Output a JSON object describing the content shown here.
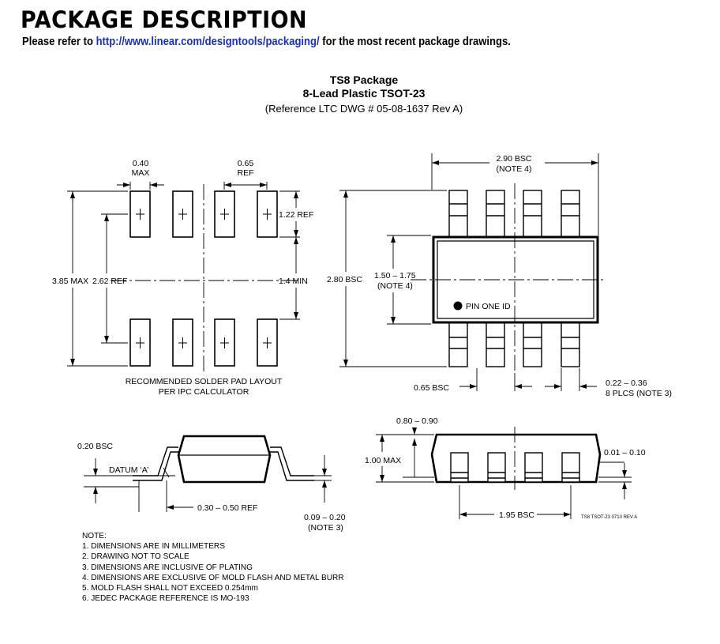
{
  "header": {
    "title": "PACKAGE DESCRIPTION",
    "intro_before": "Please refer to ",
    "intro_link": "http://www.linear.com/designtools/packaging/",
    "intro_after": " for the most recent package drawings."
  },
  "package": {
    "name": "TS8 Package",
    "description": "8-Lead Plastic TSOT-23",
    "reference": "(Reference LTC DWG # 05-08-1637 Rev A)"
  },
  "pad_layout": {
    "dim_040": "0.40",
    "dim_040_sub": "MAX",
    "dim_065": "0.65",
    "dim_065_sub": "REF",
    "dim_122": "1.22 REF",
    "dim_385": "3.85 MAX",
    "dim_262": "2.62 REF",
    "dim_14": "1.4 MIN",
    "caption_line1": "RECOMMENDED SOLDER PAD LAYOUT",
    "caption_line2": "PER IPC CALCULATOR"
  },
  "top_view": {
    "dim_290": "2.90 BSC",
    "dim_290_note": "(NOTE 4)",
    "dim_280": "2.80 BSC",
    "dim_150": "1.50 – 1.75",
    "dim_150_note": "(NOTE 4)",
    "pin_one": "PIN ONE ID",
    "dim_065bsc": "0.65 BSC",
    "dim_022": "0.22 – 0.36",
    "dim_022_note": "8 PLCS (NOTE 3)"
  },
  "side_view": {
    "dim_020": "0.20 BSC",
    "datum": "DATUM ‘A’",
    "dim_030": "0.30 – 0.50 REF",
    "dim_009": "0.09 – 0.20",
    "dim_009_note": "(NOTE 3)"
  },
  "end_view": {
    "dim_080": "0.80 – 0.90",
    "dim_100": "1.00 MAX",
    "dim_001": "0.01 – 0.10",
    "dim_195": "1.95 BSC",
    "drawing_id": "TS8 TSOT-23 0710 REV A"
  },
  "notes": {
    "heading": "NOTE:",
    "items": [
      "1. DIMENSIONS ARE IN MILLIMETERS",
      "2. DRAWING NOT TO SCALE",
      "3. DIMENSIONS ARE INCLUSIVE OF PLATING",
      "4. DIMENSIONS ARE EXCLUSIVE OF MOLD FLASH AND METAL BURR",
      "5. MOLD FLASH SHALL NOT EXCEED 0.254mm",
      "6. JEDEC PACKAGE REFERENCE IS MO-193"
    ]
  },
  "colors": {
    "link": "#1a2ebd",
    "ink": "#000000"
  }
}
